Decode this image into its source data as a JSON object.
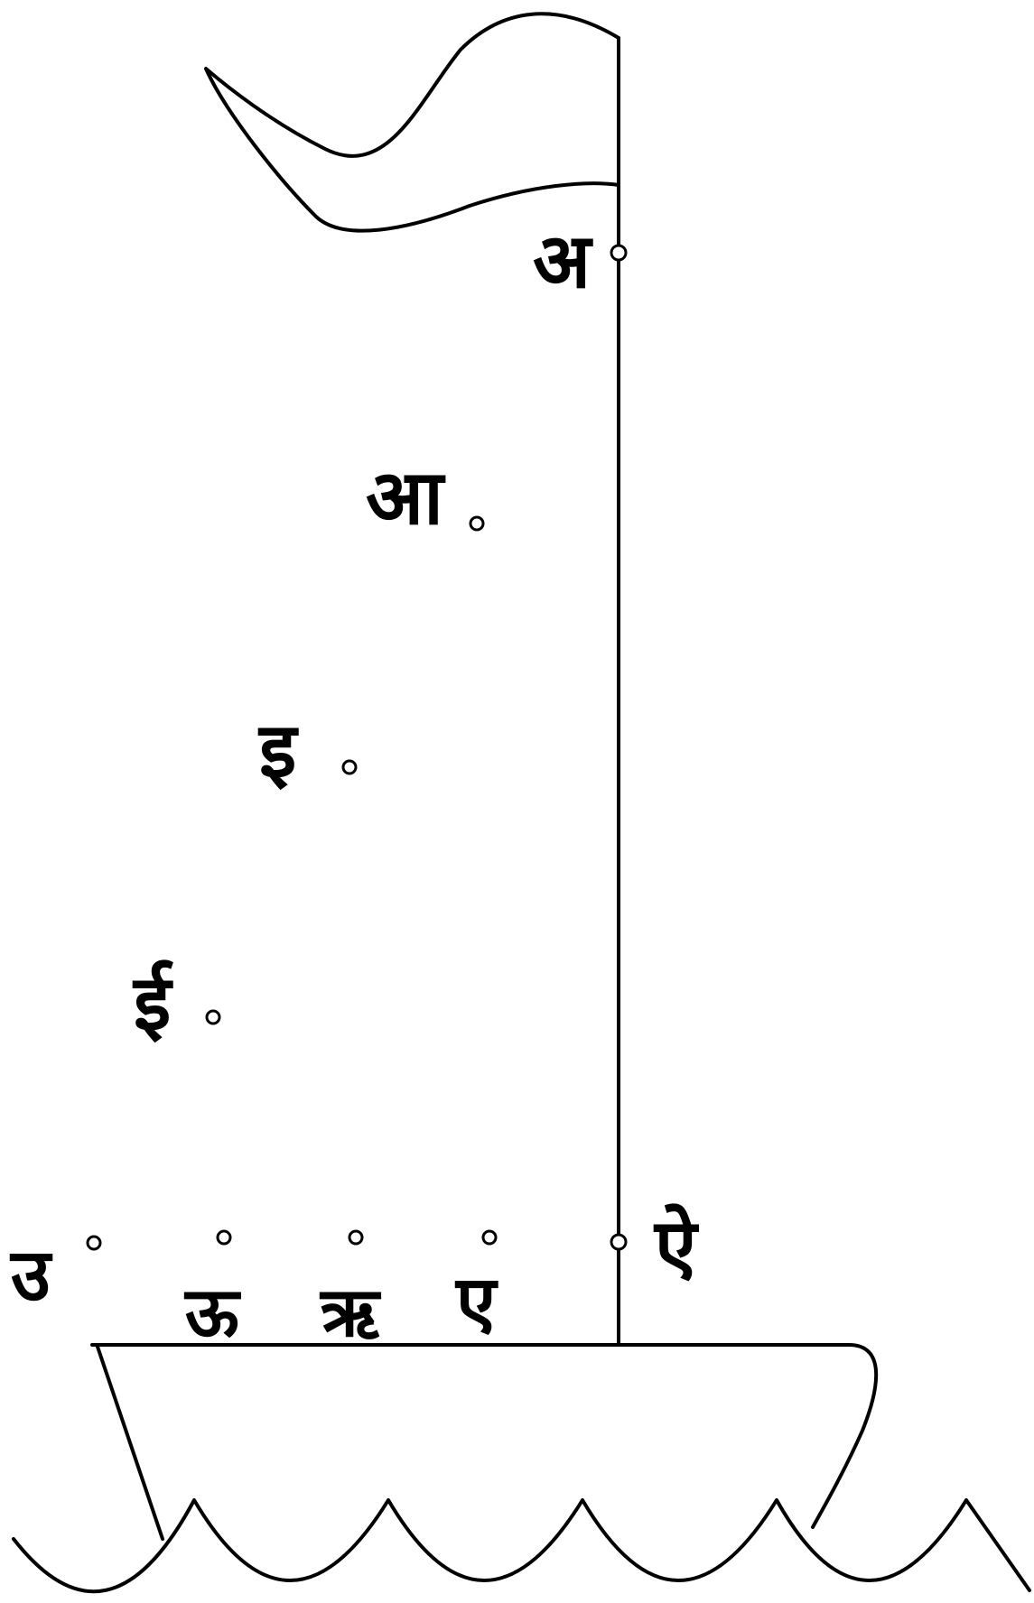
{
  "letters": {
    "a": "अ",
    "aa": "आ",
    "i": "इ",
    "ii": "ई",
    "u": "उ",
    "uu": "ऊ",
    "ri": "ऋ",
    "e": "ए",
    "ai": "ऐ"
  },
  "colors": {
    "ink": "#000000",
    "paper": "#ffffff"
  }
}
